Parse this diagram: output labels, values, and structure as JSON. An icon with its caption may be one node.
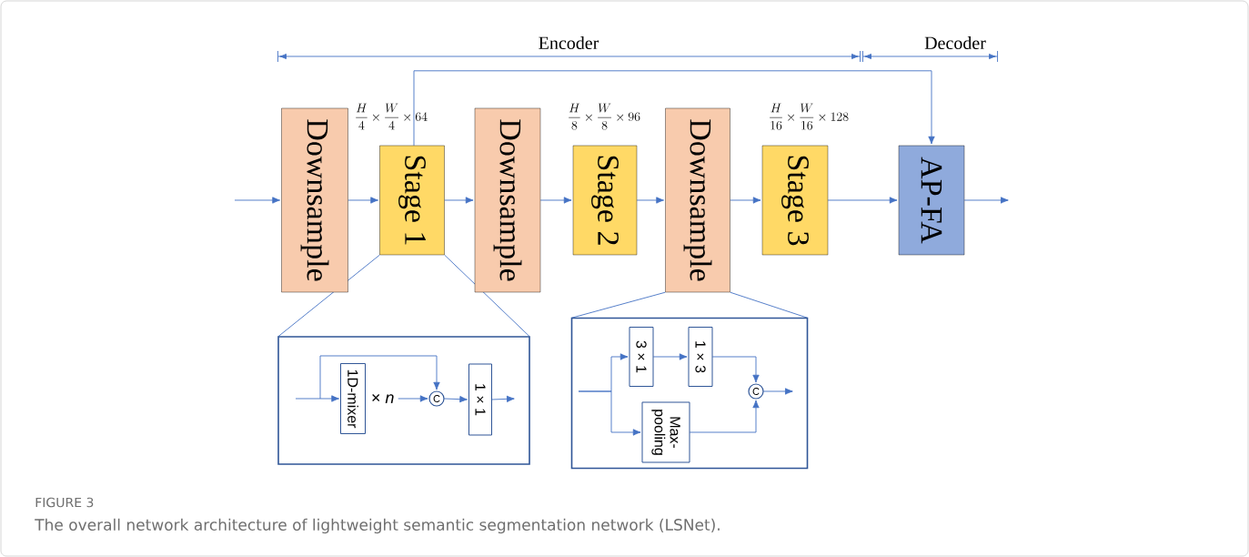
{
  "diagram": {
    "title": "FIGURE 3",
    "caption": "The overall network architecture of lightweight semantic segmentation network (LSNet).",
    "nodes": [
      {
        "text": [
          "Downsample"
        ]
      },
      {
        "text": [
          "Stage 1"
        ]
      },
      {
        "text": [
          "Downsample"
        ]
      },
      {
        "text": [
          "Stage 2"
        ]
      },
      {
        "text": [
          "Downsample"
        ]
      },
      {
        "text": [
          "Stage 3"
        ]
      },
      {
        "text": [
          "AP-FA"
        ]
      },
      {
        "text": [],
        "shape": "box"
      },
      {
        "text": [
          "1D-mixer"
        ],
        "in": 7,
        "beside": [
          "× *n*"
        ]
      },
      {
        "text": [
          "C"
        ],
        "in": 7
      },
      {
        "text": [
          "1 × 1"
        ],
        "in": 7
      },
      {
        "text": [],
        "shape": "box"
      },
      {
        "text": [
          "3 × 1"
        ],
        "in": 11
      },
      {
        "text": [
          "1 × 3"
        ],
        "in": 11
      },
      {
        "text": [
          "Max-pooling"
        ],
        "in": 11
      },
      {
        "text": [
          "C"
        ],
        "in": 11
      }
    ],
    "edges": [
      {
        "from": null,
        "to": 0,
        "arrow": "to"
      },
      {
        "from": 0,
        "to": 1,
        "arrow": "to"
      },
      {
        "from": 1,
        "to": 2,
        "arrow": "to"
      },
      {
        "from": 2,
        "to": 3,
        "arrow": "to"
      },
      {
        "from": 3,
        "to": 4,
        "arrow": "to"
      },
      {
        "from": 4,
        "to": 5,
        "arrow": "to"
      },
      {
        "from": 5,
        "to": 6,
        "arrow": "to"
      },
      {
        "from": 6,
        "to": null,
        "arrow": "to"
      },
      {
        "from": 1,
        "to": 6,
        "arrow": "to"
      },
      {
        "from": 1,
        "to": 7,
        "arrow": "none"
      },
      {
        "from": 1,
        "to": 7,
        "arrow": "none"
      },
      {
        "from": 4,
        "to": 11,
        "arrow": "none"
      },
      {
        "from": 4,
        "to": 11,
        "arrow": "none"
      },
      {
        "from": null,
        "to": 8,
        "arrow": "to"
      },
      {
        "from": null,
        "to": 9,
        "arrow": "to"
      },
      {
        "from": 8,
        "to": 9,
        "arrow": "to"
      },
      {
        "from": 9,
        "to": 10,
        "arrow": "to"
      },
      {
        "from": 10,
        "to": null,
        "arrow": "to"
      },
      {
        "from": null,
        "to": 12,
        "arrow": "to"
      },
      {
        "from": null,
        "to": 14,
        "arrow": "to"
      },
      {
        "from": 12,
        "to": 13,
        "arrow": "to"
      },
      {
        "from": 13,
        "to": 15,
        "arrow": "to"
      },
      {
        "from": 14,
        "to": 15,
        "arrow": "to"
      },
      {
        "from": 15,
        "to": null,
        "arrow": "to"
      }
    ],
    "labels": [
      "Encoder",
      "Decoder",
      "\\frac{H}{4}\\times\\frac{W}{4}\\times 64",
      "\\frac{H}{8}\\times\\frac{W}{8}\\times 96",
      "\\frac{H}{16}\\times\\frac{W}{16}\\times 128"
    ]
  }
}
